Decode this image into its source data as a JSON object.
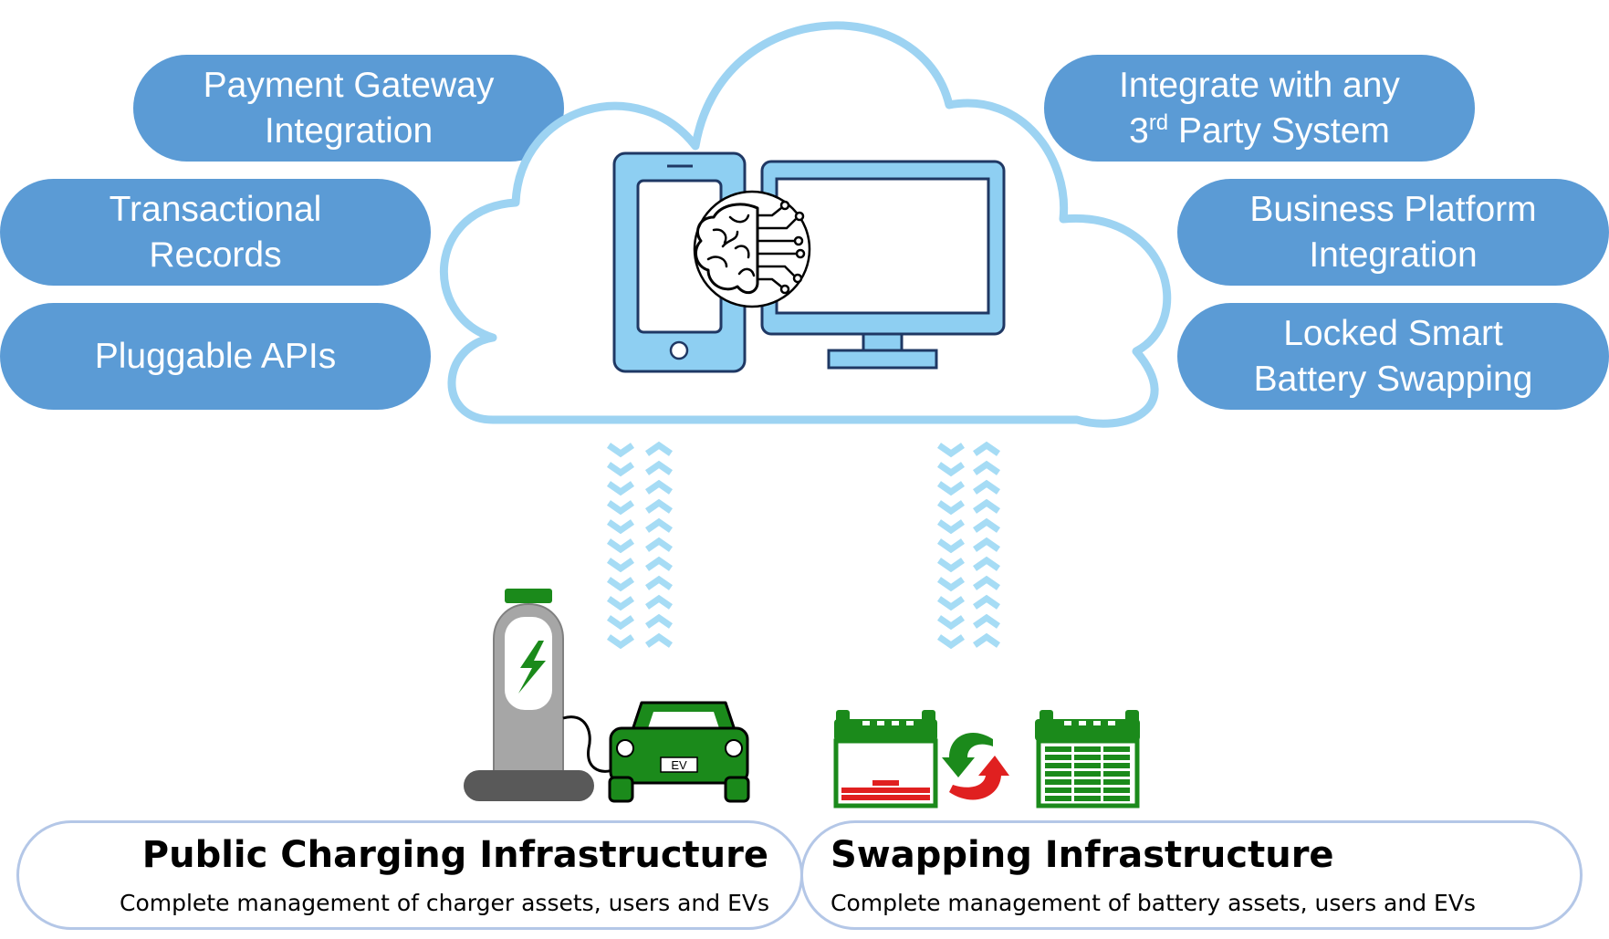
{
  "features_left": [
    {
      "lines": [
        "Payment Gateway",
        "Integration"
      ]
    },
    {
      "lines": [
        "Transactional",
        "Records"
      ]
    },
    {
      "lines": [
        "Pluggable APIs"
      ]
    }
  ],
  "features_right": [
    {
      "line1": "Integrate with any",
      "line2_sup": "rd",
      "line2_prefix": "3",
      "line2_rest": " Party System"
    },
    {
      "lines": [
        "Business Platform",
        "Integration"
      ]
    },
    {
      "lines": [
        "Locked Smart",
        "Battery Swapping"
      ]
    }
  ],
  "infrastructure": {
    "charging": {
      "title": "Public Charging Infrastructure",
      "subtitle": "Complete management of charger assets, users and EVs"
    },
    "swapping": {
      "title": "Swapping Infrastructure",
      "subtitle": "Complete management of battery assets, users and EVs"
    }
  },
  "car_plate": "EV",
  "colors": {
    "pill_blue": "#5b9bd5",
    "cloud_outline": "#9dd3f2",
    "device_blue": "#8ecff2",
    "arrow_blue": "#a6dcf5",
    "ev_green": "#1b8a1b",
    "station_gray": "#a6a6a6",
    "battery_red": "#e02020",
    "box_border": "#b4c7e7"
  },
  "icons": [
    "cloud-icon",
    "smartphone-icon",
    "monitor-icon",
    "ai-brain-icon",
    "charging-station-icon",
    "electric-car-icon",
    "battery-empty-icon",
    "battery-full-icon",
    "swap-arrows-icon",
    "data-flow-arrows-icon"
  ]
}
